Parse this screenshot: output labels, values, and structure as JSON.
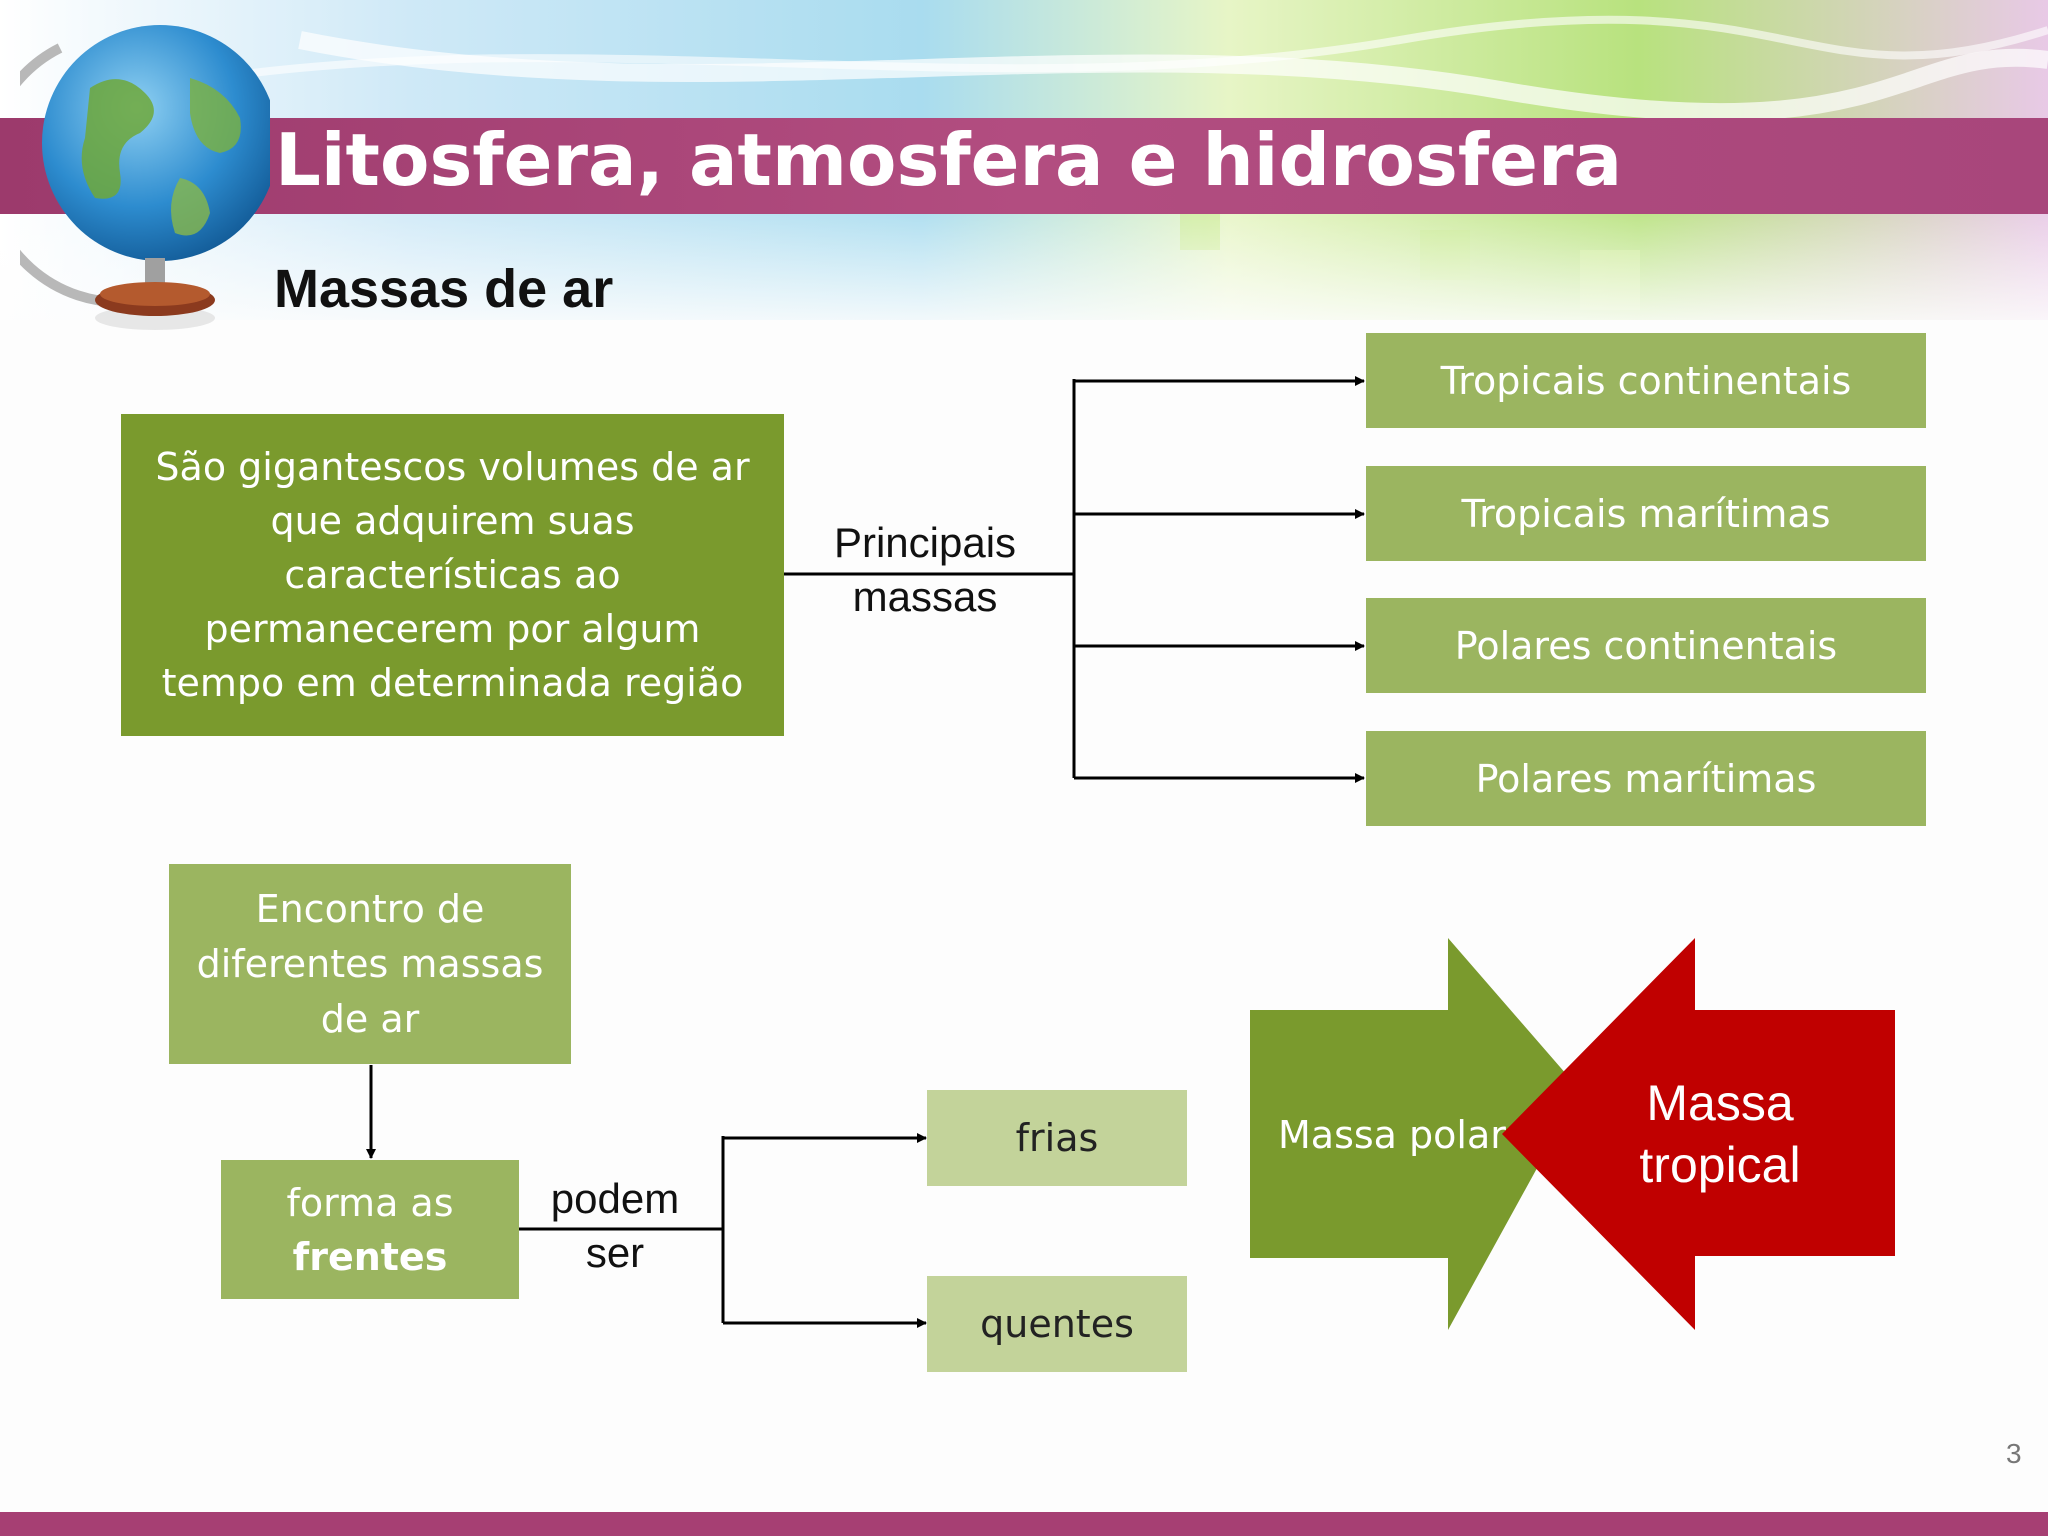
{
  "header": {
    "title": "Litosfera, atmosfera e hidrosfera",
    "subtitle": "Massas de ar",
    "accent_color": "#a63f73",
    "icon": "globe-icon"
  },
  "definition": {
    "text": "São gigantescos volumes de ar que adquirem suas características ao permanecerem por algum tempo em determinada região"
  },
  "connector_label": {
    "line1": "Principais",
    "line2": "massas"
  },
  "air_masses": [
    {
      "label": "Tropicais continentais"
    },
    {
      "label": "Tropicais marítimas"
    },
    {
      "label": "Polares continentais"
    },
    {
      "label": "Polares marítimas"
    }
  ],
  "encounter": {
    "text": "Encontro de diferentes massas de ar",
    "forms_prefix": "forma as",
    "forms_bold": "frentes",
    "connector_line1": "podem",
    "connector_line2": "ser",
    "types": [
      {
        "label": "frias"
      },
      {
        "label": "quentes"
      }
    ]
  },
  "arrows": {
    "polar_label": "Massa polar",
    "tropical_line1": "Massa",
    "tropical_line2": "tropical",
    "polar_color": "#7a9a2d",
    "tropical_color": "#c00000"
  },
  "colors": {
    "dark_green": "#7a9a2d",
    "mid_green": "#9bb560",
    "light_green": "#c3d39a"
  },
  "footer": {
    "page_number": "3"
  }
}
